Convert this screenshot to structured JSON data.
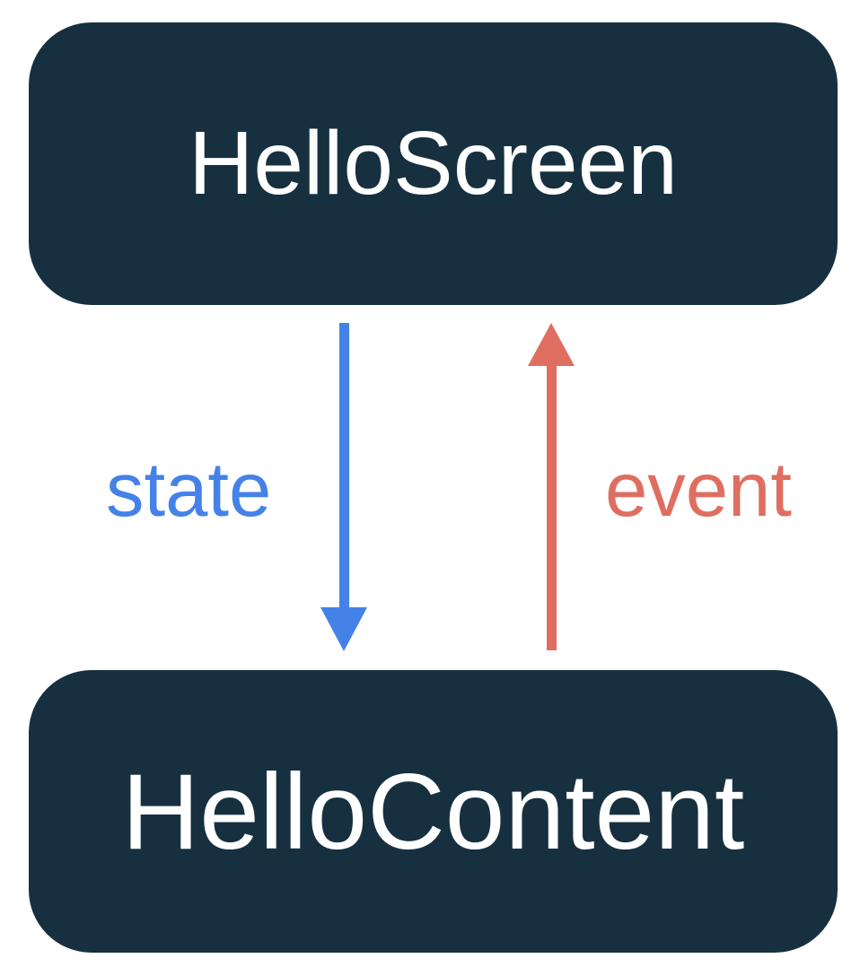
{
  "diagram": {
    "title": "unidirectional-data-flow",
    "top_box": {
      "label": "HelloScreen"
    },
    "bottom_box": {
      "label": "HelloContent"
    },
    "arrows": [
      {
        "id": "state",
        "label": "state",
        "direction": "down",
        "from": "HelloScreen",
        "to": "HelloContent"
      },
      {
        "id": "event",
        "label": "event",
        "direction": "up",
        "from": "HelloContent",
        "to": "HelloScreen"
      }
    ]
  },
  "colors": {
    "canvas-bg": "#FFFFFF",
    "box-bg": "#173040",
    "box-text": "#FFFFFF",
    "state-color": "#4482E8",
    "event-color": "#E06E60"
  }
}
